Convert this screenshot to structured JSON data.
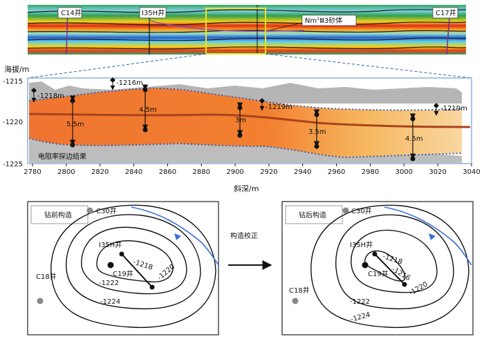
{
  "seismic": {
    "wells": [
      "C14井",
      "I35H井",
      "C17井"
    ],
    "sand_label": "Nm",
    "sand_sup": "1",
    "sand_rest": "Ⅲ3砂体"
  },
  "profile": {
    "ylabel": "海拔/m",
    "xlabel": "斜深/m",
    "legend": "电阻率探边结果",
    "x_ticks": [
      "2780",
      "2800",
      "2820",
      "2840",
      "2860",
      "2880",
      "2900",
      "2920",
      "2940",
      "2960",
      "2980",
      "3000",
      "3020",
      "3040"
    ],
    "y_ticks": [
      "-1215",
      "-1220",
      "-1225"
    ],
    "top_labels": [
      "-1218m",
      "-1216m",
      "-1219m",
      "-1219m"
    ],
    "thickness_labels": [
      "5.5m",
      "4.5m",
      "3m",
      "3.5m",
      "4.5m"
    ]
  },
  "maps": {
    "title_before": "钻前构造",
    "title_after": "钻后构造",
    "arrow_label": "构造校正",
    "wells": [
      "C30井",
      "I35H井",
      "C19井",
      "C18井"
    ],
    "contours_before": [
      "-1218",
      "-1220",
      "-1222",
      "-1224"
    ],
    "contours_after": [
      "-1218",
      "-1216",
      "-1220",
      "-1222",
      "-1224"
    ]
  },
  "colors": {
    "frame": "#6fa1d4",
    "reservoir": "#f07a2a",
    "trajectory": "#a8431c",
    "fault": "#3a6fd8",
    "highlight": "#f2e21b"
  }
}
